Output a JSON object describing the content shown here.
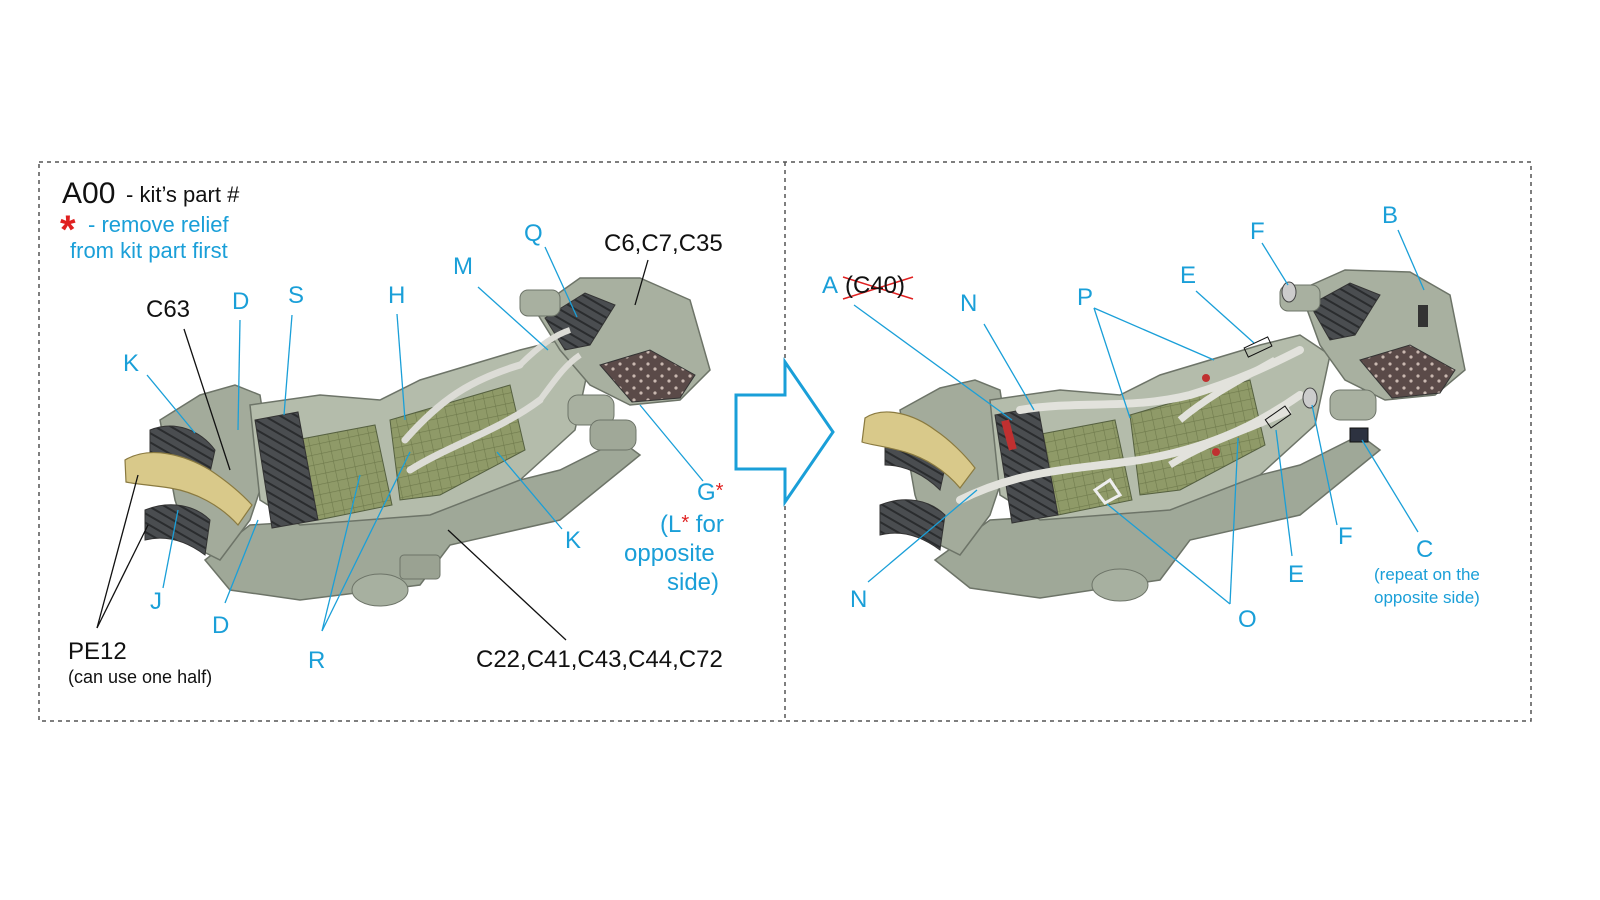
{
  "legend": {
    "part_code": "A00",
    "part_code_desc": "- kit’s part #",
    "asterisk_symbol": "*",
    "asterisk_desc_line1": "- remove relief",
    "asterisk_desc_line2": "from kit part first"
  },
  "left_panel": {
    "labels": {
      "c6_c7_c35": "C6,C7,C35",
      "q": "Q",
      "m": "M",
      "h": "H",
      "s": "S",
      "d_top": "D",
      "c63": "C63",
      "k_left": "K",
      "k_right": "K",
      "j": "J",
      "d_bottom": "D",
      "r": "R",
      "c22_group": "C22,C41,C43,C44,C72",
      "g": "G",
      "g_asterisk": "*",
      "l_prefix": "(L",
      "l_asterisk": "*",
      "l_suffix": " for",
      "opposite": "opposite",
      "side": "side)",
      "pe12": "PE12",
      "pe12_note": "(can use one half)"
    }
  },
  "right_panel": {
    "labels": {
      "a": "A",
      "c40_struck": "(C40)",
      "n_top": "N",
      "n_bottom": "N",
      "p": "P",
      "e_top": "E",
      "e_bottom": "E",
      "f_top": "F",
      "f_right": "F",
      "b": "B",
      "c": "C",
      "c_note_line1": "(repeat on the",
      "c_note_line2": "opposite side)",
      "o": "O"
    }
  },
  "colors": {
    "label_blue": "#1a9fd8",
    "asterisk_red": "#e02020",
    "seat_grey": "#a8b0a0",
    "cushion_green": "#8f9a68",
    "border_dash": "#555555"
  }
}
